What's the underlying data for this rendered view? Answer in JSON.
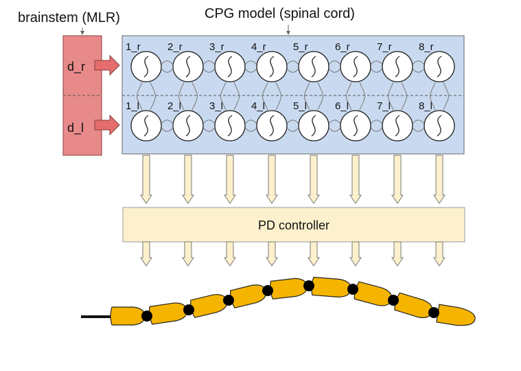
{
  "labels": {
    "brainstem": "brainstem (MLR)",
    "cpg_title": "CPG model (spinal cord)",
    "drive_right": "d_r",
    "drive_left": "d_l",
    "controller": "PD controller"
  },
  "oscillators": {
    "right": [
      "1_r",
      "2_r",
      "3_r",
      "4_r",
      "5_r",
      "6_r",
      "7_r",
      "8_r"
    ],
    "left": [
      "1_l",
      "2_l",
      "3_l",
      "4_l",
      "5_l",
      "6_l",
      "7_l",
      "8_l"
    ]
  },
  "colors": {
    "brainstem_fill": "#e88a8a",
    "brainstem_arrow": "#e56d6d",
    "cpg_fill": "#c9daf0",
    "controller_fill": "#fdf1cd",
    "arrow_fill": "#fdf1cd",
    "segment_fill": "#f5b400",
    "joint_fill": "#000000"
  }
}
